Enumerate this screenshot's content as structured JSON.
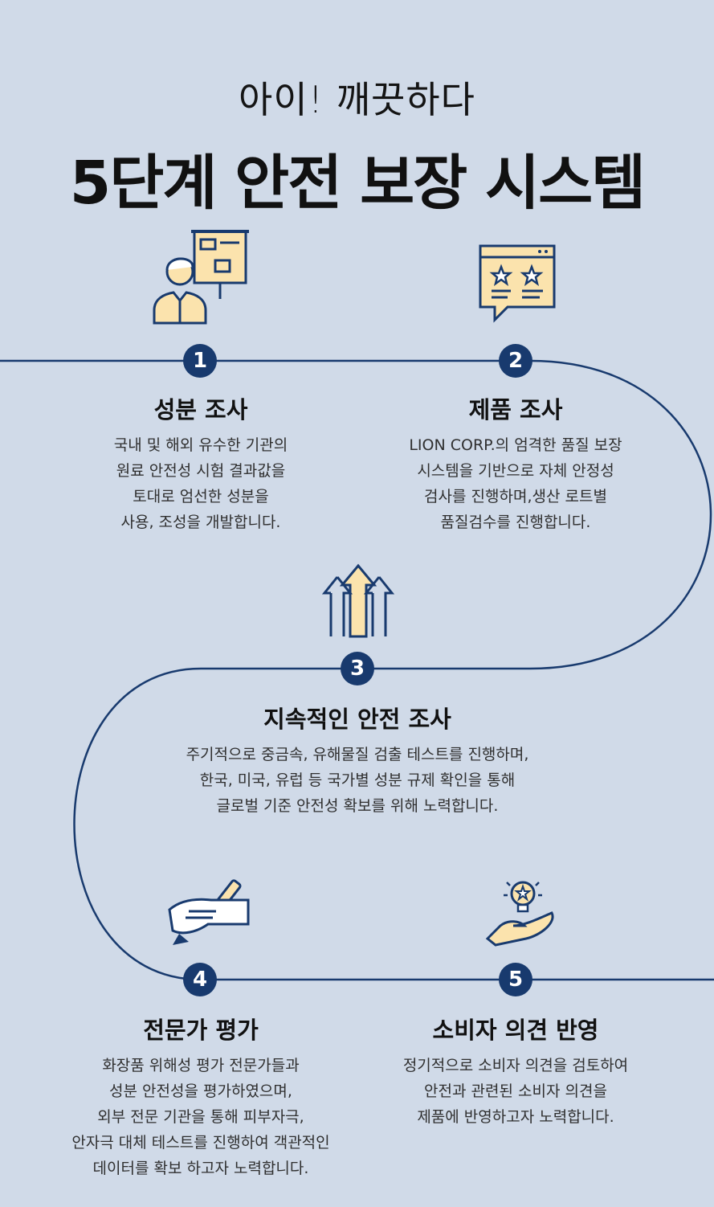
{
  "header": {
    "subtitle": "아이! 깨끗하다",
    "title": "5단계 안전 보장 시스템"
  },
  "colors": {
    "background": "#d0dae8",
    "navy": "#183a6e",
    "accent": "#fbe3ad"
  },
  "steps": [
    {
      "number": "1",
      "title": "성분 조사",
      "description": "국내 및 해외 유수한 기관의\n원료 안전성 시험 결과값을\n토대로 엄선한 성분을\n사용, 조성을 개발합니다.",
      "icon": "presenter-icon"
    },
    {
      "number": "2",
      "title": "제품 조사",
      "description": "LION CORP.의 엄격한 품질 보장\n시스템을 기반으로 자체 안정성\n검사를 진행하며,생산 로트별\n품질검수를 진행합니다.",
      "icon": "rating-window-icon"
    },
    {
      "number": "3",
      "title": "지속적인 안전 조사",
      "description": "주기적으로 중금속, 유해물질 검출 테스트를 진행하며,\n한국, 미국, 유럽 등 국가별 성분 규제 확인을 통해\n글로벌 기준 안전성 확보를 위해 노력합니다.",
      "icon": "arrows-up-icon"
    },
    {
      "number": "4",
      "title": "전문가 평가",
      "description": "화장품 위해성 평가 전문가들과\n성분 안전성을 평가하였으며,\n외부 전문 기관을 통해 피부자극,\n안자극 대체 테스트를 진행하여 객관적인\n데이터를 확보 하고자 노력합니다.",
      "icon": "writing-hand-icon"
    },
    {
      "number": "5",
      "title": "소비자 의견 반영",
      "description": "정기적으로 소비자 의견을 검토하여\n안전과 관련된 소비자 의견을\n제품에 반영하고자 노력합니다.",
      "icon": "idea-hand-icon"
    }
  ]
}
